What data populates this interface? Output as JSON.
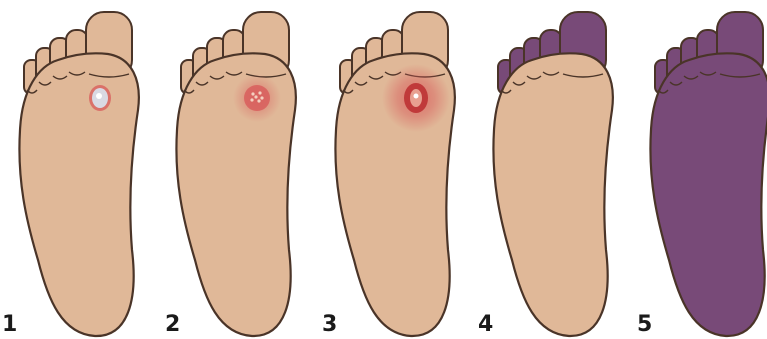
{
  "stages": [
    {
      "number": "1",
      "lesion": "small-ulcer",
      "discoloration": "none"
    },
    {
      "number": "2",
      "lesion": "inflamed-ulcer",
      "discoloration": "none"
    },
    {
      "number": "3",
      "lesion": "deep-red-ulcer",
      "discoloration": "none"
    },
    {
      "number": "4",
      "lesion": "none",
      "discoloration": "toes"
    },
    {
      "number": "5",
      "lesion": "none",
      "discoloration": "whole-foot"
    }
  ],
  "colors": {
    "skin": "#E0B898",
    "outline": "#4A3428",
    "gangrene": "#784A78",
    "ulcer_red": "#D85A5A",
    "label": "#1A1A1A"
  }
}
